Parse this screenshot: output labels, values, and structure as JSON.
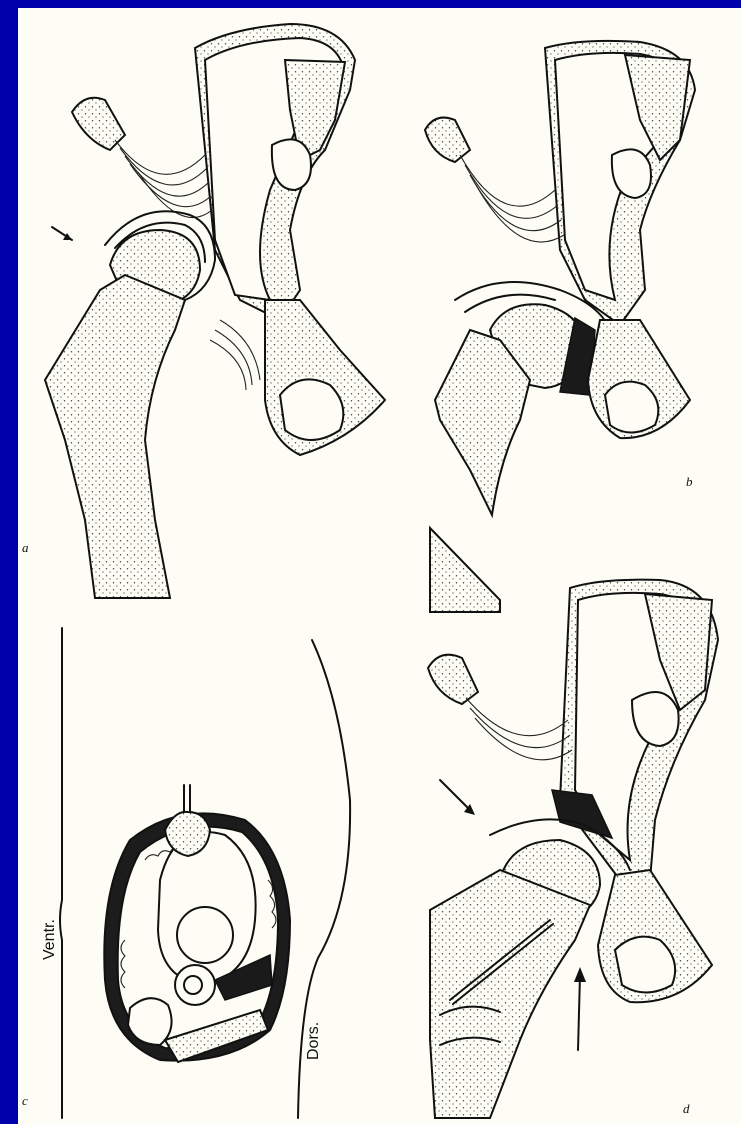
{
  "figure": {
    "panel_labels": {
      "a": "a",
      "b": "b",
      "c": "c",
      "d": "d"
    },
    "orientation_labels": {
      "ventral": "Ventr.",
      "dorsal": "Dors."
    },
    "colors": {
      "background": "#0000aa",
      "paper": "#fdfdf6",
      "ink": "#111111"
    }
  }
}
